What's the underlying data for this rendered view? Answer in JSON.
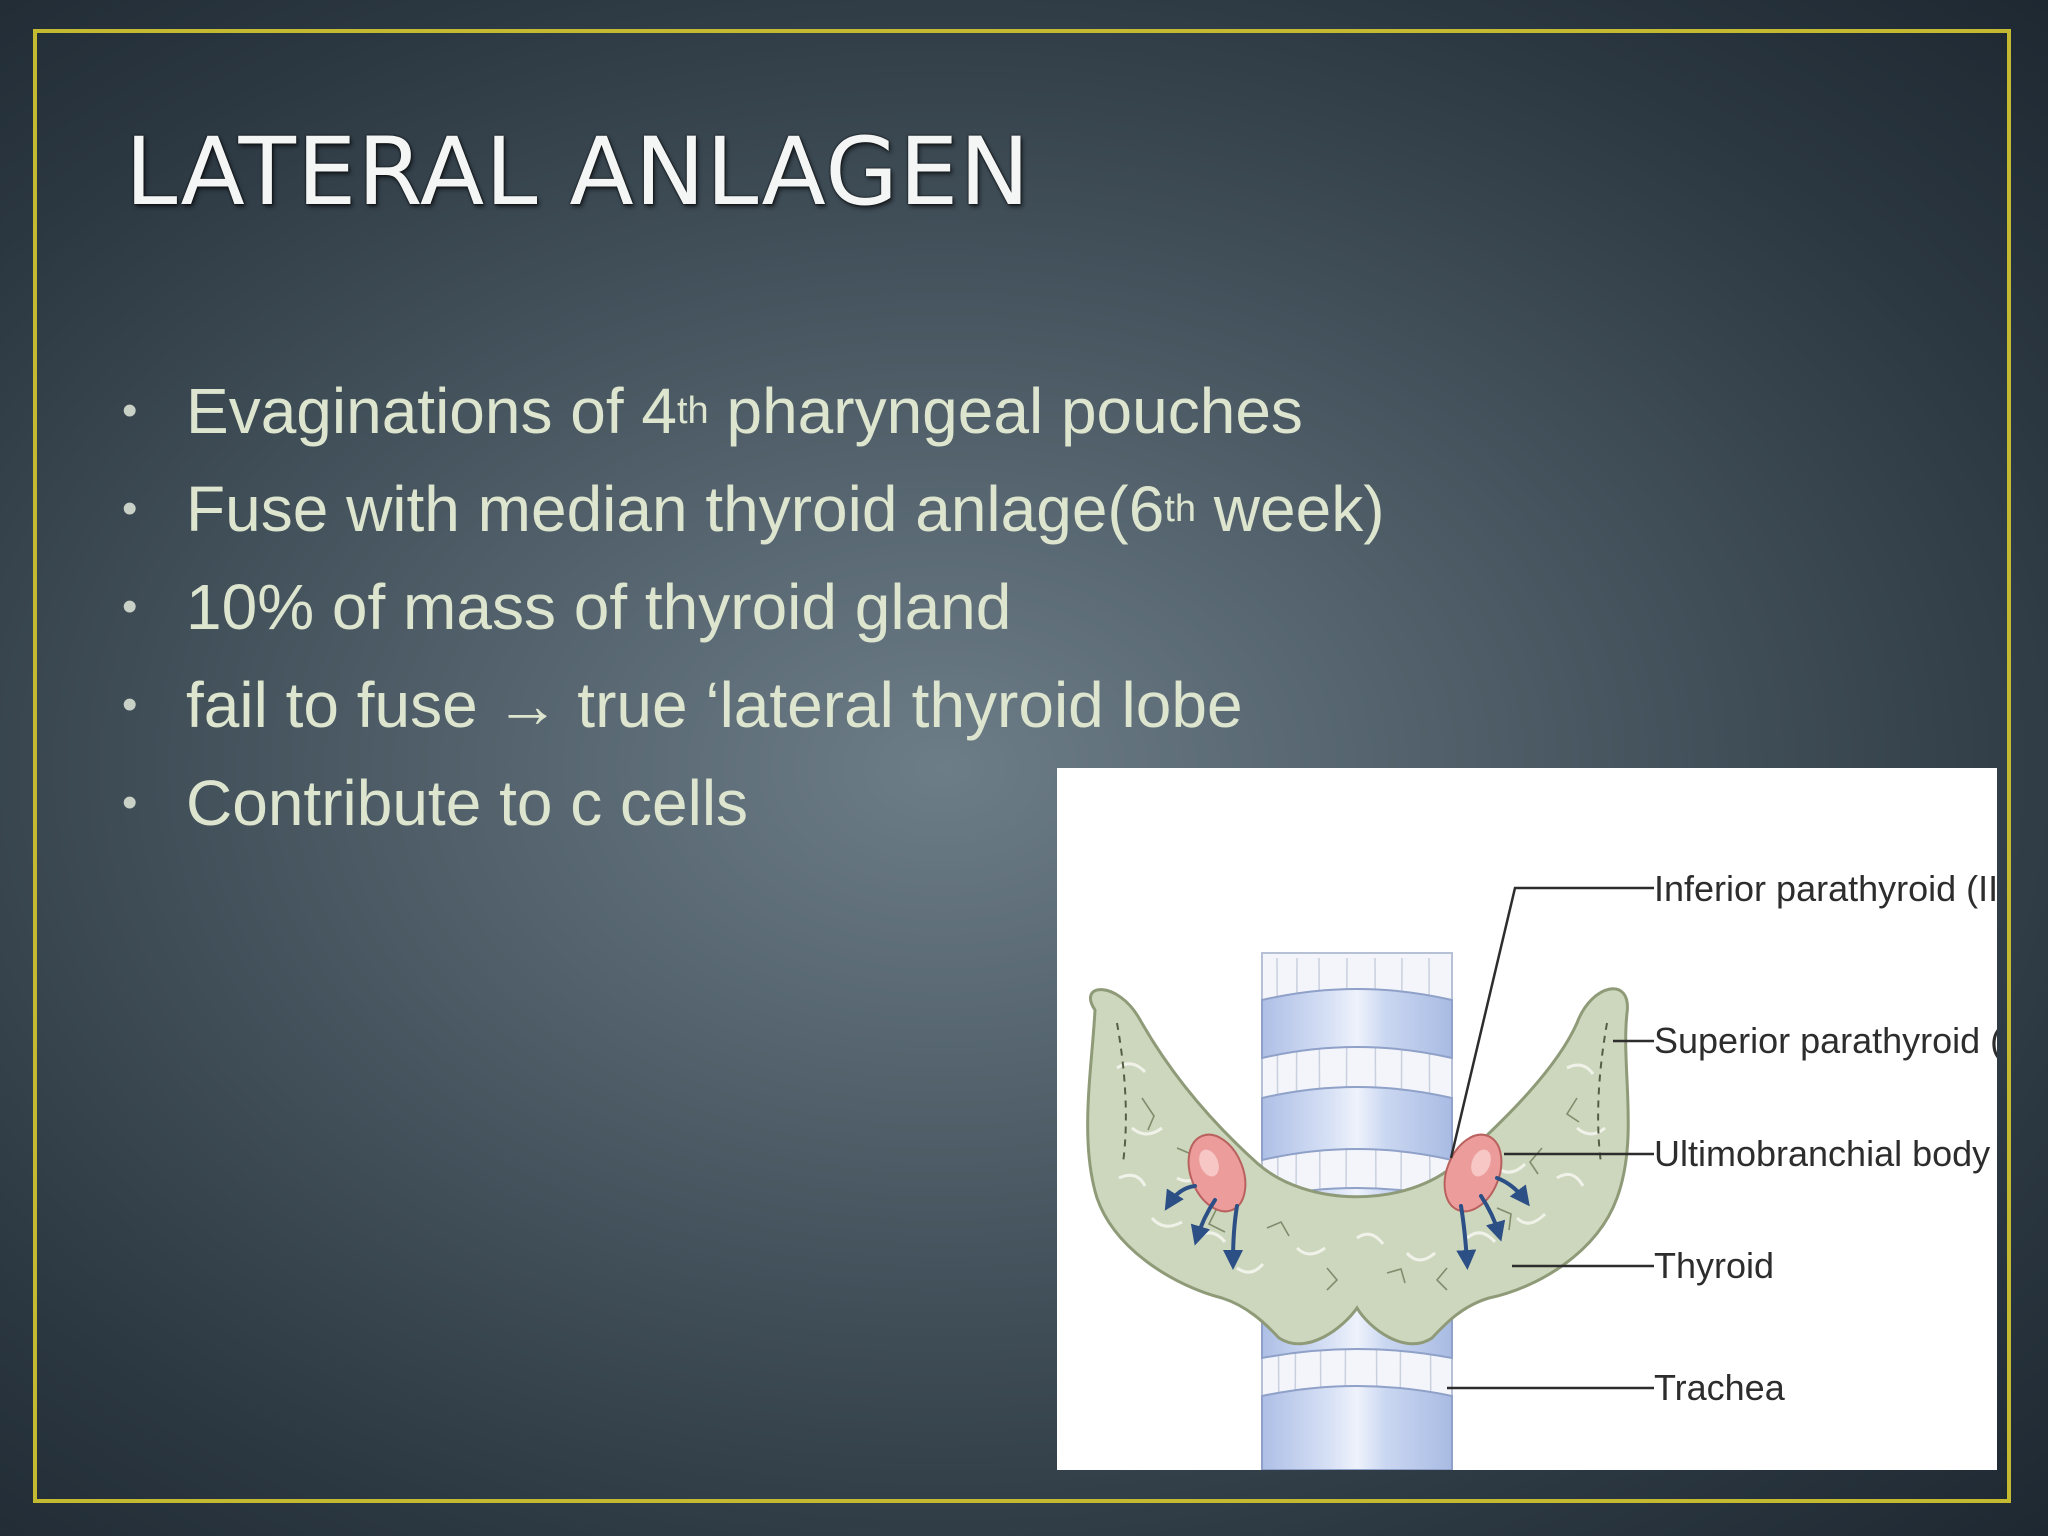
{
  "slide": {
    "title": "LATERAL ANLAGEN",
    "bullets": [
      {
        "pre": "Evaginations of 4",
        "sup": "th",
        "post": " pharyngeal pouches"
      },
      {
        "pre": "Fuse with median thyroid anlage(6",
        "sup": "th",
        "post": " week)"
      },
      {
        "pre": "10% of mass of thyroid gland",
        "sup": "",
        "post": ""
      },
      {
        "pre": "fail to fuse → true ‘lateral thyroid lobe",
        "sup": "",
        "post": ""
      },
      {
        "pre": "Contribute to c cells",
        "sup": "",
        "post": ""
      }
    ]
  },
  "figure": {
    "labels": {
      "inferior": "Inferior parathyroid (III)",
      "superior": "Superior parathyroid (IV)",
      "ultimobranchial": "Ultimobranchial body",
      "thyroid": "Thyroid",
      "trachea": "Trachea"
    }
  },
  "colors": {
    "frame": "#c4ba31",
    "title": "#f4f6f5",
    "bullet_text": "#dde5cf",
    "thyroid": "#cdd7bd",
    "trachea": "#c3d2ef",
    "parathyroid": "#ec9d9b",
    "arrows": "#2c4f86"
  }
}
